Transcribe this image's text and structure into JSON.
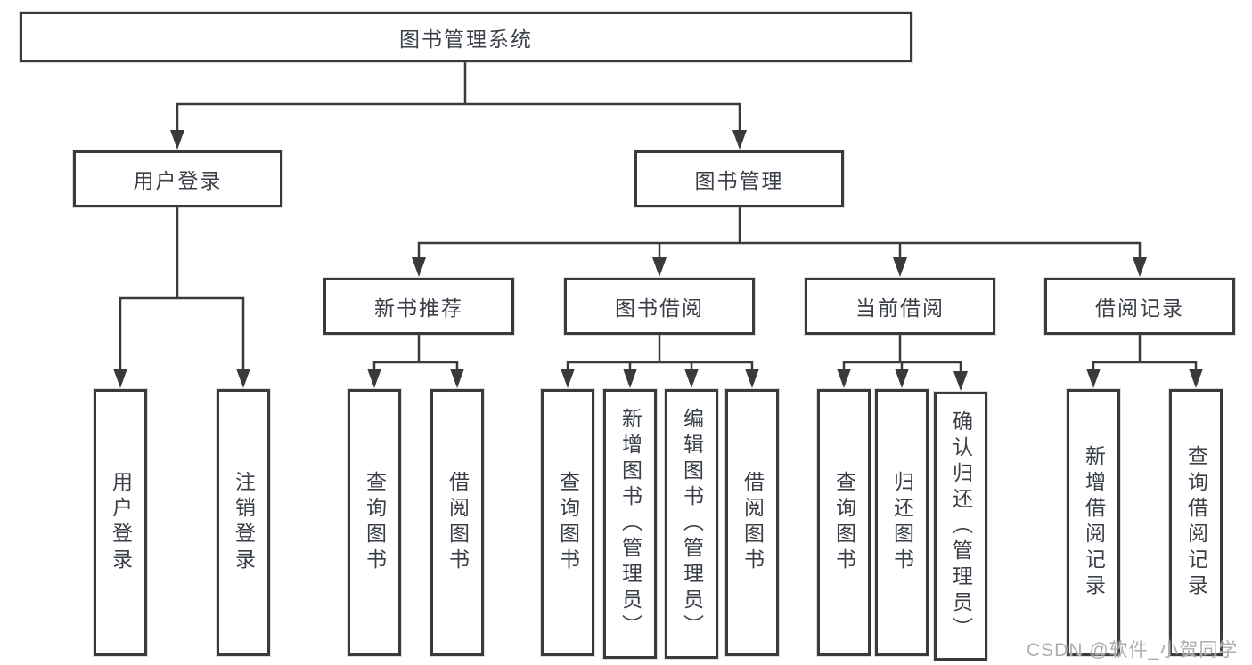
{
  "colors": {
    "line": "#3a3a3a",
    "box_border": "#3a3a3a",
    "box_fill": "#ffffff",
    "text": "#3b4048",
    "watermark": "#aeaeae",
    "background": "#ffffff"
  },
  "watermark": "CSDN @软件_小贺同学",
  "root": {
    "label": "图书管理系统"
  },
  "user_branch": {
    "label": "用户登录",
    "children": [
      {
        "label": "用户登录"
      },
      {
        "label": "注销登录"
      }
    ]
  },
  "book_branch": {
    "label": "图书管理",
    "children": [
      {
        "label": "新书推荐",
        "children": [
          {
            "label": "查询图书"
          },
          {
            "label": "借阅图书"
          }
        ]
      },
      {
        "label": "图书借阅",
        "children": [
          {
            "label": "查询图书"
          },
          {
            "label": "新增图书（管理员）"
          },
          {
            "label": "编辑图书（管理员）"
          },
          {
            "label": "借阅图书"
          }
        ]
      },
      {
        "label": "当前借阅",
        "children": [
          {
            "label": "查询图书"
          },
          {
            "label": "归还图书"
          },
          {
            "label": "确认归还（管理员）"
          }
        ]
      },
      {
        "label": "借阅记录",
        "children": [
          {
            "label": "新增借阅记录"
          },
          {
            "label": "查询借阅记录"
          }
        ]
      }
    ]
  }
}
